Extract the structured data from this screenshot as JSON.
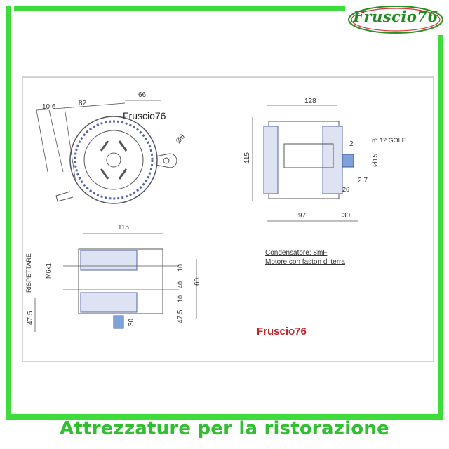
{
  "brand": {
    "logo_text": "Fruscio76",
    "watermark_top": "Fruscio76",
    "watermark_red": "Fruscio76"
  },
  "dimensions": {
    "front": {
      "d1": "10.6",
      "d2": "82",
      "d3": "66",
      "hole": "Ø6"
    },
    "side": {
      "width": "128",
      "height": "115",
      "grooves": "n° 12 GOLE",
      "d2": "2",
      "shaft": "Ø15",
      "d27": "2.7",
      "d26": "26",
      "d97": "97",
      "d30": "30"
    },
    "bottom": {
      "width": "115",
      "thread": "M6x1",
      "respect": "RISPETTARE",
      "d475a": "47.5",
      "d30": "30",
      "d10a": "10",
      "d40": "40",
      "d10b": "10",
      "d475b": "47.5",
      "d60": "60"
    }
  },
  "notes": {
    "line1": "Condensatore: 8mF",
    "line2": "Motore con faston di terra"
  },
  "footer": {
    "title": "Attrezzature per la ristorazione"
  },
  "colors": {
    "frame": "#3ddc3a",
    "logo_green": "#1f8a1f",
    "footer_green": "#2fbf2f",
    "watermark_red": "#c0262c",
    "motor_blue": "#5566aa",
    "line": "#555555"
  }
}
